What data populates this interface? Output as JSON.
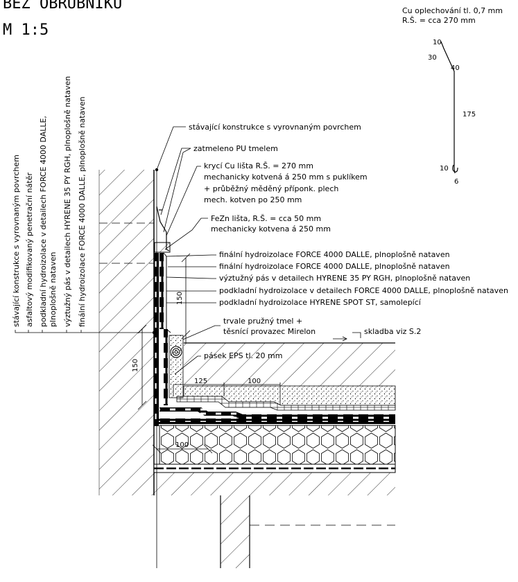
{
  "title": {
    "line1": "BEZ OBRUBNÍKU",
    "line2": "M 1:5"
  },
  "flashing_spec": {
    "line1": "Cu oplechování tl. 0,7 mm",
    "line2": "R.Š. = cca 270 mm"
  },
  "profile_dims": {
    "d10a": "10",
    "d30": "30",
    "d40": "40",
    "d175": "175",
    "d10b": "10",
    "d6": "6"
  },
  "right_labels": {
    "l1": "stávající konstrukce s vyrovnaným povrchem",
    "l2": "zatmeleno PU tmelem",
    "l3a": "krycí Cu lišta R.Š. = 270 mm",
    "l3b": "mechanicky kotvená á 250 mm s puklíkem",
    "l3c": "+ průběžný měděný příponk. plech",
    "l3d": "mech. kotven po 250 mm",
    "l4a": "FeZn lišta, R.Š. = cca 50 mm",
    "l4b": "mechanicky kotvena á 250 mm",
    "l5": "finální hydroizolace FORCE 4000 DALLE, plnoplošně nataven",
    "l6": "finální hydroizolace FORCE 4000 DALLE, plnoplošně nataven",
    "l7": "výztužný pás v detailech HYRENE 35 PY RGH, plnoplošně nataven",
    "l8": "podkladní hydroizolace v detailech FORCE 4000 DALLE, plnoplošně nataven",
    "l9": "podkladní hydroizolace HYRENE SPOT ST, samolepící",
    "l10a": "trvale pružný tmel +",
    "l10b": "těsnící provazec Mirelon",
    "l11": "skladba viz S.2",
    "l12": "pásek EPS tl. 20 mm"
  },
  "left_labels": {
    "v1": "stávající konstrukce s vyrovnaným povrchem",
    "v2": "asfaltový modifikovaný penetrační nátěr",
    "v3a": "podkladní hydroizolace v detailech FORCE 4000 DALLE,",
    "v3b": "plnoplošně nataven",
    "v4": "výztužný pás v detailech HYRENE 35 PY RGH, plnoplošně nataven",
    "v5": "finální hydroizolace FORCE 4000 DALLE, plnoplošně nataven"
  },
  "dimensions": {
    "h150a": "150",
    "h150b": "150",
    "w125": "125",
    "w100a": "100",
    "w100b": "100"
  }
}
